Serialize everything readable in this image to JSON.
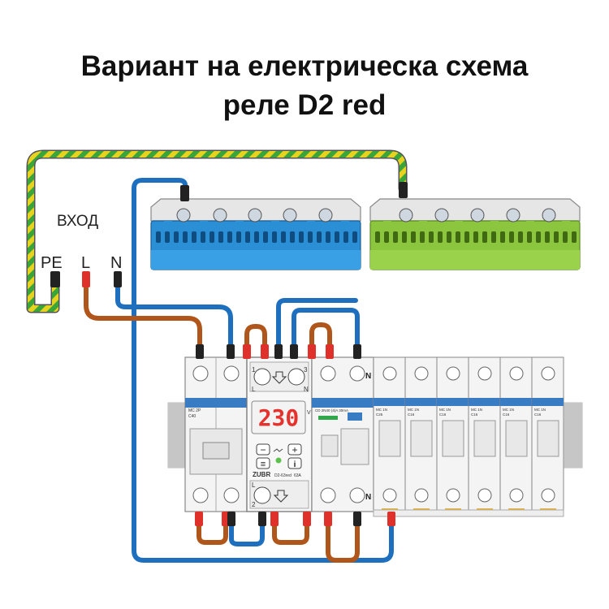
{
  "title": {
    "line1": "Вариант на електрическа схема",
    "line2": "реле D2 red"
  },
  "input": {
    "heading": "ВХОД",
    "pe": "PE",
    "l": "L",
    "n": "N"
  },
  "relay": {
    "display": "230",
    "brand": "ZUBR",
    "model": "D2-63red",
    "rating": "63A",
    "minus": "−",
    "plus": "+",
    "menu": "≡",
    "info": "i",
    "t1": "1",
    "t3": "3",
    "t2": "2",
    "l_top": "L",
    "n_top": "N",
    "l_bottom": "L",
    "v_mark": "V"
  },
  "main_breaker": {
    "label1": "MC 2P",
    "label2": "C40",
    "off": "OFF"
  },
  "rcd": {
    "label": "CD 2N40 (4)A 30mA"
  },
  "rcd_n_top": "N",
  "rcd_n_bottom": "N",
  "breakers": [
    {
      "label1": "MC 1N",
      "label2": "C25",
      "off": "OFF"
    },
    {
      "label1": "MC 1N",
      "label2": "C16",
      "off": "OFF"
    },
    {
      "label1": "MC 1N",
      "label2": "C16",
      "off": "OFF"
    },
    {
      "label1": "MC 1N",
      "label2": "C16",
      "off": "OFF"
    },
    {
      "label1": "MC 1N",
      "label2": "C16",
      "off": "OFF"
    },
    {
      "label1": "MC 1N",
      "label2": "C16",
      "off": "OFF"
    }
  ],
  "colors": {
    "earth_yellow": "#e6d21f",
    "earth_green": "#3aa53a",
    "phase_brown": "#b0561b",
    "neutral_blue": "#1f6fbf",
    "busbar_blue": "#2b8fd6",
    "busbar_green": "#8cc63f",
    "display_red": "#e5322d",
    "connector_red": "#e0302a"
  }
}
